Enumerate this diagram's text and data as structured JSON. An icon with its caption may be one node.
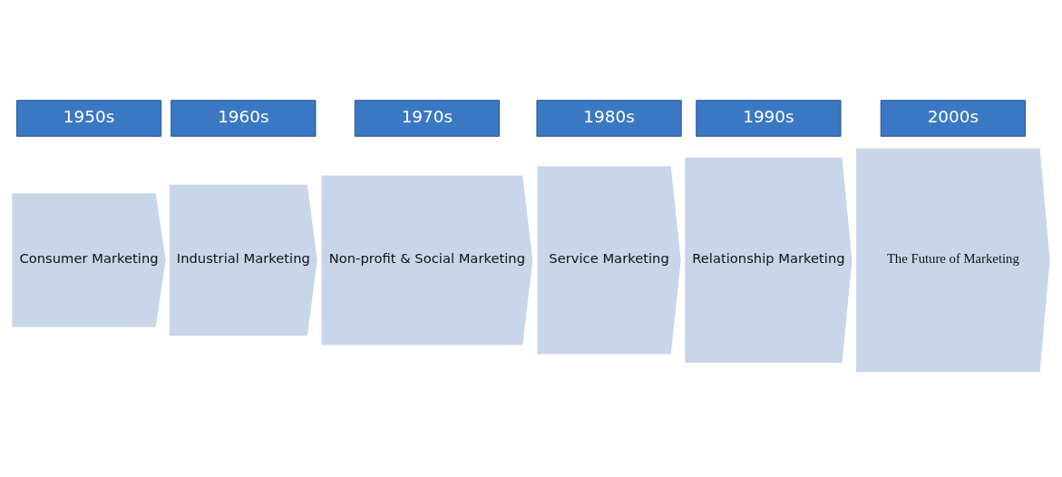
{
  "diagram": {
    "nodes": [
      {
        "text": [
          "1950s"
        ]
      },
      {
        "text": [
          "Consumer Marketing"
        ]
      },
      {
        "text": [
          "1960s"
        ]
      },
      {
        "text": [
          "Industrial Marketing"
        ]
      },
      {
        "text": [
          "1970s"
        ]
      },
      {
        "text": [
          "Non-profit & Social Marketing"
        ]
      },
      {
        "text": [
          "1980s"
        ]
      },
      {
        "text": [
          "Service Marketing"
        ]
      },
      {
        "text": [
          "1990s"
        ]
      },
      {
        "text": [
          "Relationship Marketing"
        ]
      },
      {
        "text": [
          "2000s"
        ]
      },
      {
        "text": [
          "The Future of Marketing"
        ]
      }
    ],
    "edges": []
  }
}
